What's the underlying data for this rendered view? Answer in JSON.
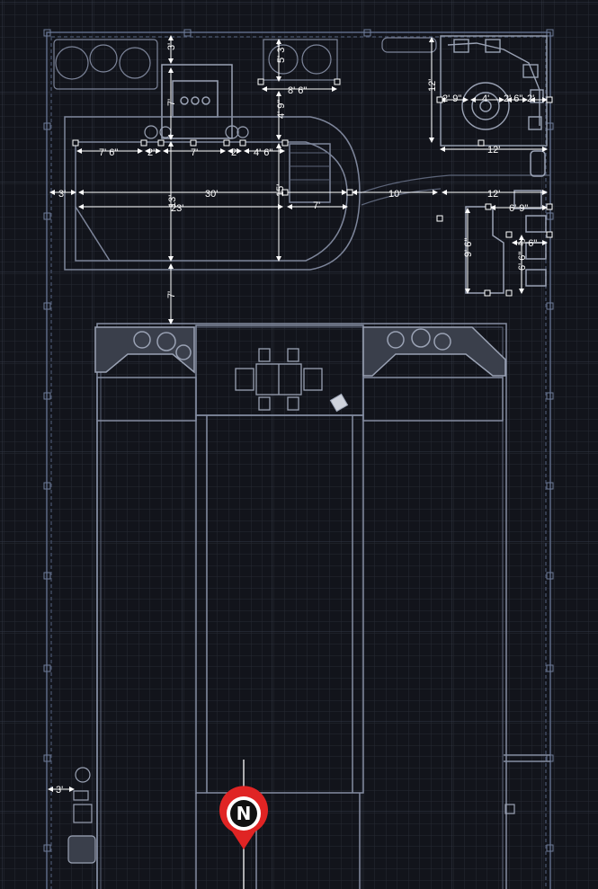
{
  "compass": {
    "letter": "N"
  },
  "dimensions": {
    "d_3_top": "3'",
    "d_5_3": "5' 3\"",
    "d_8_6": "8' 6\"",
    "d_7_vert_top": "7'",
    "d_4_9": "4' 9\"",
    "d_7_6": "7' 6\"",
    "d_2_a": "2'",
    "d_7_mid": "7'",
    "d_2_b": "2'",
    "d_4_6_a": "4' 6\"",
    "d_3_left": "3'",
    "d_30": "30'",
    "d_13": "13'",
    "d_15": "15'",
    "d_23": "23'",
    "d_7_right": "7'",
    "d_10": "10'",
    "d_12_right": "12'",
    "d_7_lower": "7'",
    "d_12_vert": "12'",
    "d_2_9": "2' 9\"",
    "d_4": "4'",
    "d_2_6": "2' 6\"",
    "d_2_c": "2'",
    "d_12_mid": "12'",
    "d_6_9": "6' 9\"",
    "d_9_6": "9' 6\"",
    "d_4_6_b": "4' 6\"",
    "d_6_6": "6' 6\"",
    "d_3_bottom": "3'"
  }
}
